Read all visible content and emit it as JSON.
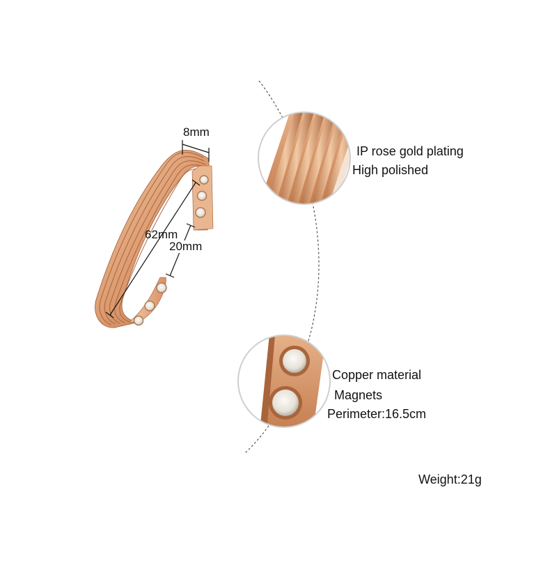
{
  "dimensions": {
    "width_label": "8mm",
    "diameter_label": "62mm",
    "opening_label": "20mm"
  },
  "callouts": {
    "top": {
      "line1": "IP rose gold plating",
      "line2": "High polished"
    },
    "bottom": {
      "line1": "Copper material",
      "line2": "Magnets",
      "line3": "Perimeter:16.5cm"
    }
  },
  "weight": "Weight:21g",
  "colors": {
    "rose_gold_light": "#f6d6b8",
    "rose_gold_mid": "#dc9a6e",
    "rose_gold_dark": "#a9653d",
    "magnet_silver": "#e9e6df"
  }
}
